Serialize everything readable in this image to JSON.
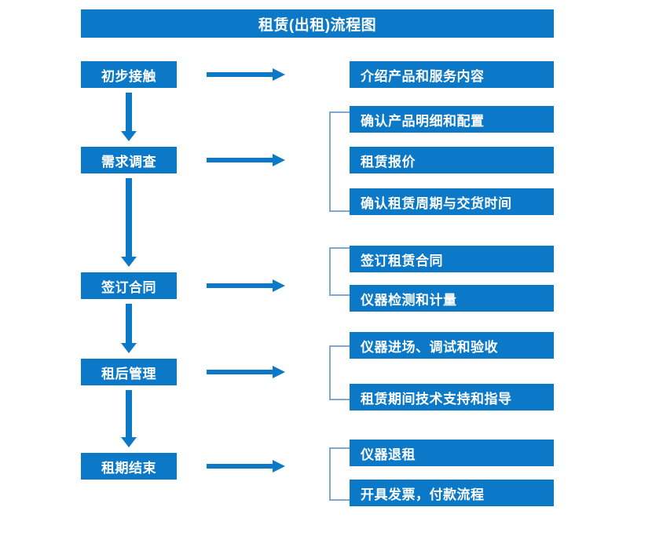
{
  "diagram": {
    "title": "租赁(出租)流程图",
    "colors": {
      "box_fill": "#0B78C8",
      "box_text": "#FFFFFF",
      "arrow": "#0B78C8",
      "bracket": "#7FA8D0",
      "background": "#FFFFFF"
    },
    "stages": [
      {
        "label": "初步接触"
      },
      {
        "label": "需求调查"
      },
      {
        "label": "签订合同"
      },
      {
        "label": "租后管理"
      },
      {
        "label": "租期结束"
      }
    ],
    "details": [
      {
        "label": "介绍产品和服务内容"
      },
      {
        "label": "确认产品明细和配置"
      },
      {
        "label": "租赁报价"
      },
      {
        "label": "确认租赁周期与交货时间"
      },
      {
        "label": "签订租赁合同"
      },
      {
        "label": "仪器检测和计量"
      },
      {
        "label": "仪器进场、调试和验收"
      },
      {
        "label": "租赁期间技术支持和指导"
      },
      {
        "label": "仪器退租"
      },
      {
        "label": "开具发票，付款流程"
      }
    ]
  }
}
